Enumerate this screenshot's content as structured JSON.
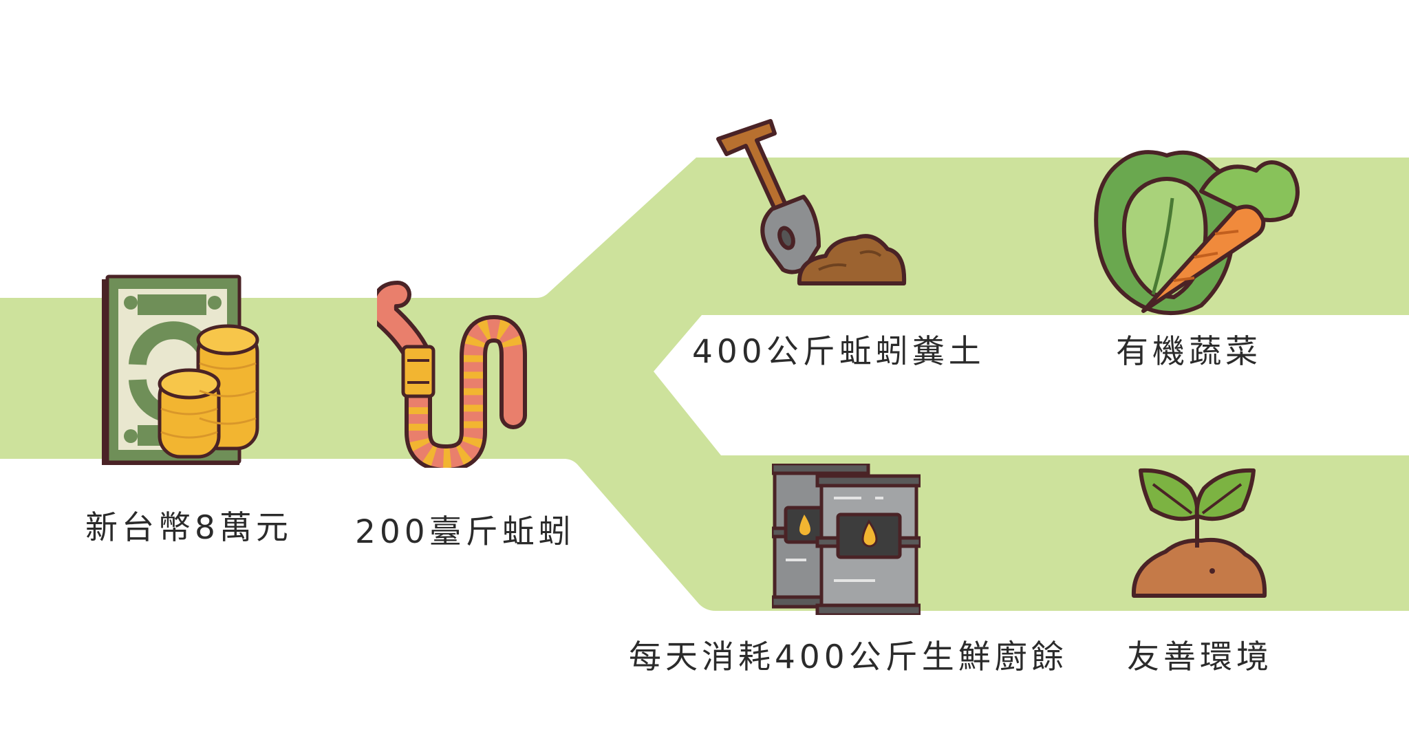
{
  "nodes": {
    "money": {
      "label": "新台幣8萬元",
      "icon": "money-coins-icon"
    },
    "worms": {
      "label": "200臺斤蚯蚓",
      "icon": "earthworm-icon"
    },
    "compost": {
      "label": "400公斤蚯蚓糞土",
      "icon": "shovel-soil-icon"
    },
    "vegetables": {
      "label": "有機蔬菜",
      "icon": "lettuce-carrot-icon"
    },
    "foodwaste": {
      "label": "每天消耗400公斤生鮮廚餘",
      "icon": "oil-barrels-icon"
    },
    "environment": {
      "label": "友善環境",
      "icon": "sprout-soil-icon"
    }
  },
  "colors": {
    "band": "#cde29c",
    "outline": "#4a2326",
    "text": "#2b2b2b"
  }
}
